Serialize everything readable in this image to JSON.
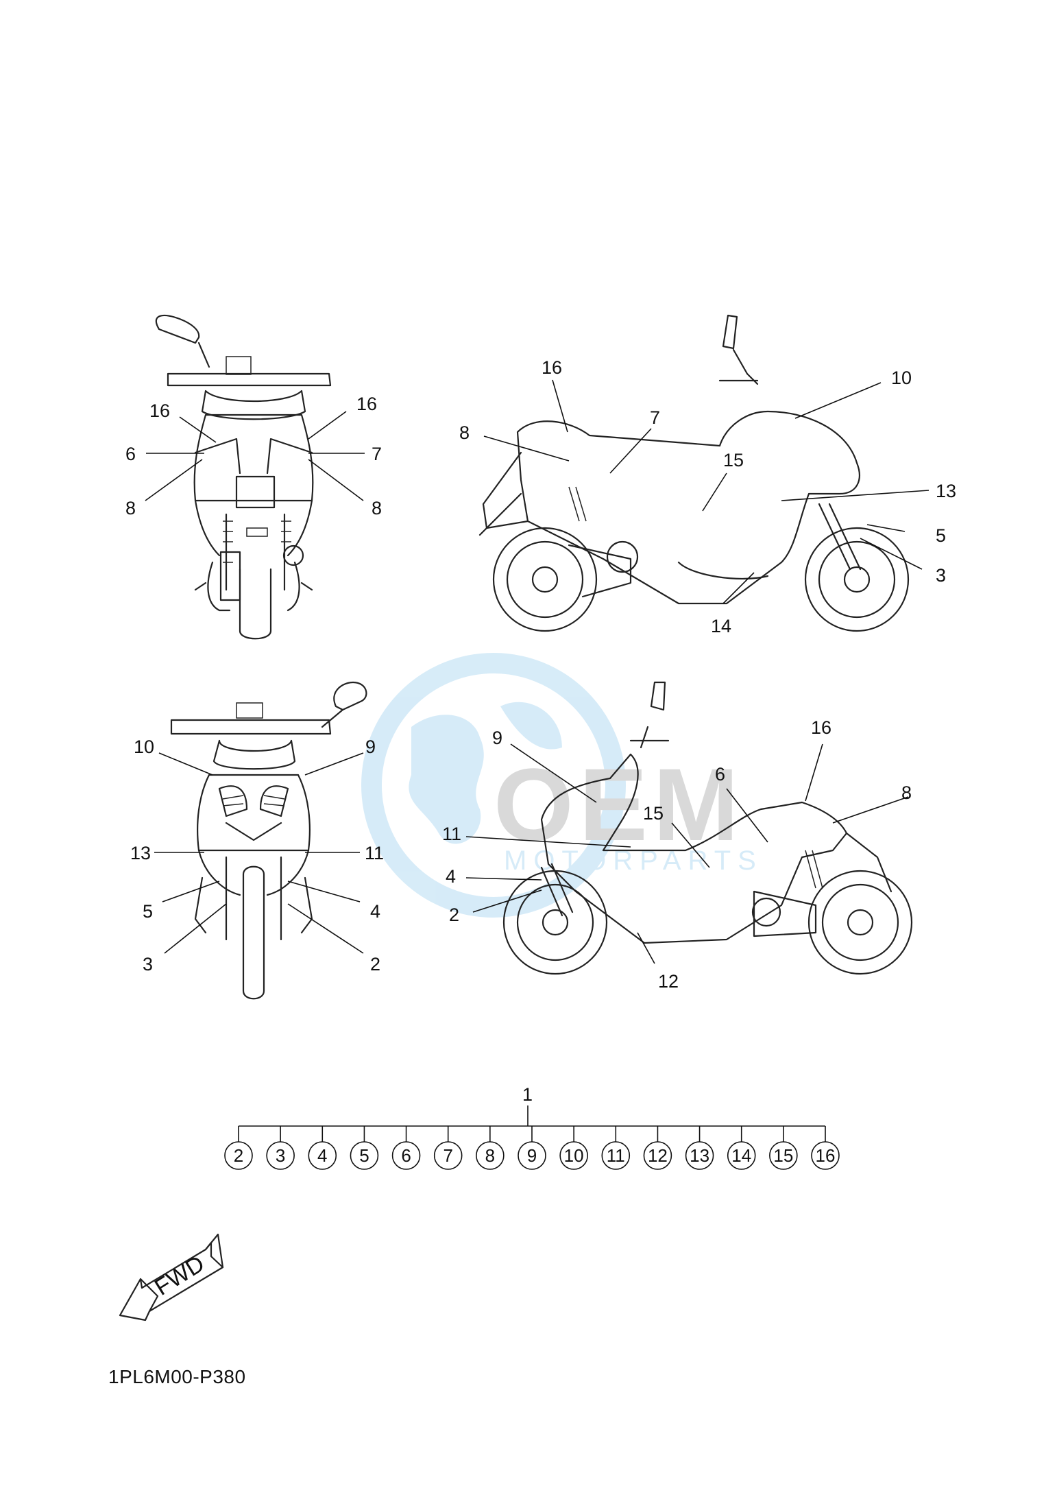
{
  "views": {
    "rear_view": {
      "labels": [
        "16",
        "6",
        "8",
        "16",
        "7",
        "8"
      ]
    },
    "side_right": {
      "labels": [
        "16",
        "7",
        "8",
        "15",
        "10",
        "13",
        "5",
        "3",
        "14"
      ]
    },
    "front_view": {
      "labels": [
        "10",
        "9",
        "13",
        "11",
        "5",
        "4",
        "3",
        "2"
      ]
    },
    "side_left": {
      "labels": [
        "9",
        "11",
        "4",
        "2",
        "16",
        "6",
        "8",
        "15",
        "12"
      ]
    }
  },
  "assembly": {
    "parent": "1",
    "children": [
      "2",
      "3",
      "4",
      "5",
      "6",
      "7",
      "8",
      "9",
      "10",
      "11",
      "12",
      "13",
      "14",
      "15",
      "16"
    ]
  },
  "fwd_arrow": {
    "label": "FWD"
  },
  "diagram_code": "1PL6M00-P380",
  "watermark": {
    "line1": "OEM",
    "line2": "MOTORPARTS",
    "color": "#4aa8e0"
  }
}
